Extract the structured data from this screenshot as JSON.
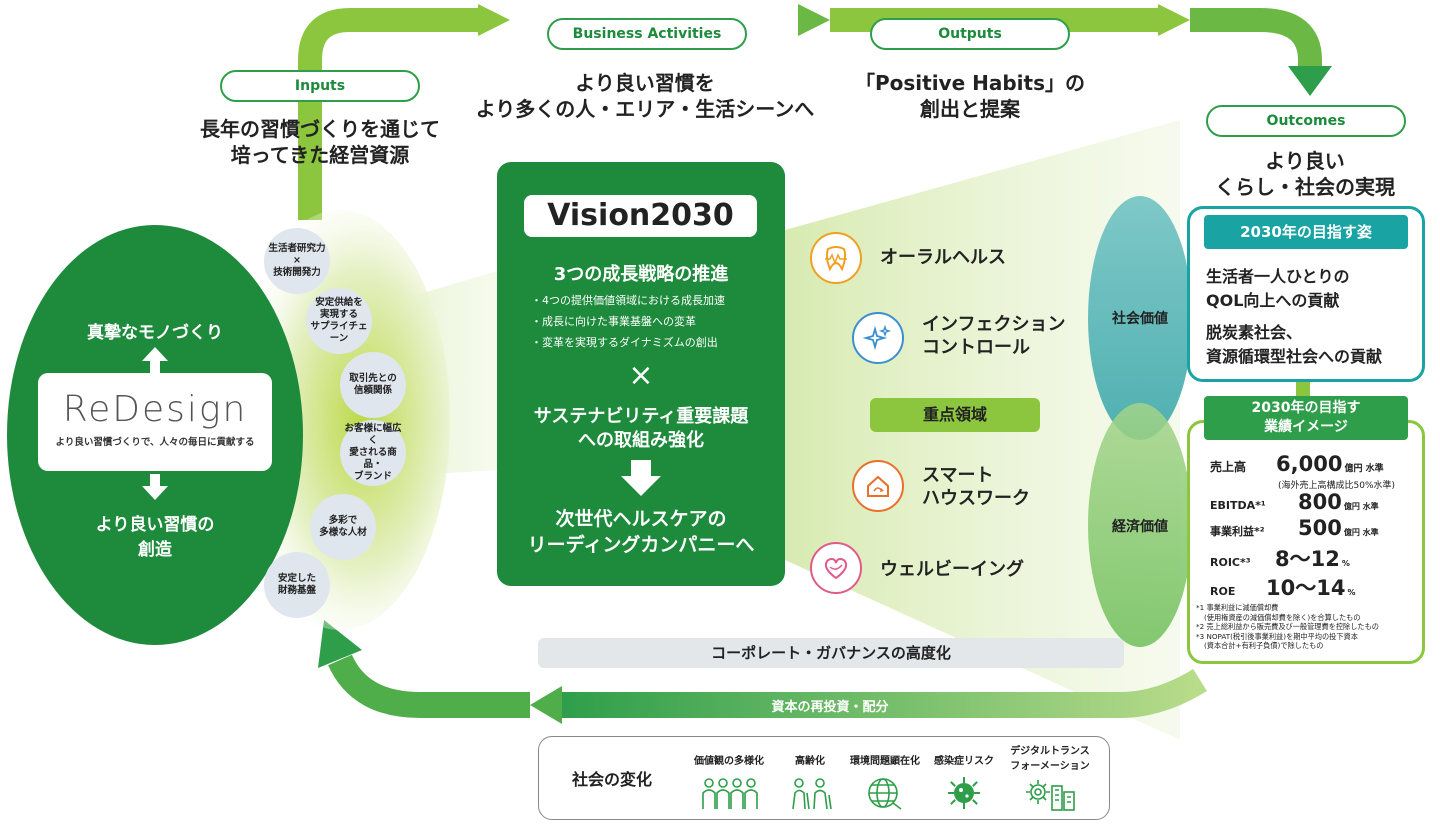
{
  "flow": {
    "inputs_label": "Inputs",
    "inputs_text_1": "長年の習慣づくりを通じて",
    "inputs_text_2": "培ってきた経営資源",
    "activities_label": "Business Activities",
    "activities_text_1": "より良い習慣を",
    "activities_text_2": "より多くの人・エリア・生活シーンへ",
    "outputs_label": "Outputs",
    "outputs_text_1": "「Positive Habits」の",
    "outputs_text_2": "創出と提案",
    "outcomes_label": "Outcomes",
    "outcomes_text_1": "より良い",
    "outcomes_text_2": "くらし・社会の実現"
  },
  "redesign": {
    "top_text": "真摯なモノづくり",
    "logo": "ReDesign",
    "tagline": "より良い習慣づくりで、人々の毎日に貢献する",
    "bottom_text_1": "より良い習慣の",
    "bottom_text_2": "創造"
  },
  "resources": [
    {
      "l1": "生活者研究力",
      "l2": "×",
      "l3": "技術開発力"
    },
    {
      "l1": "安定供給を",
      "l2": "実現する",
      "l3": "サプライチェーン"
    },
    {
      "l1": "取引先との",
      "l2": "信頼関係",
      "l3": ""
    },
    {
      "l1": "お客様に幅広く",
      "l2": "愛される商品・",
      "l3": "ブランド"
    },
    {
      "l1": "多彩で",
      "l2": "多様な人材",
      "l3": ""
    },
    {
      "l1": "安定した",
      "l2": "財務基盤",
      "l3": ""
    }
  ],
  "vision": {
    "title": "Vision2030",
    "strategy_title": "3つの成長戦略の推進",
    "strategies": [
      "・4つの提供価値領域における成長加速",
      "・成長に向けた事業基盤への変革",
      "・変革を実現するダイナミズムの創出"
    ],
    "cross": "×",
    "sustain_1": "サステナビリティ重要課題",
    "sustain_2": "への取組み強化",
    "goal_1": "次世代ヘルスケアの",
    "goal_2": "リーディングカンパニーへ"
  },
  "focus": {
    "center_label": "重点領域",
    "items": [
      {
        "l1": "オーラルヘルス",
        "l2": "",
        "icon": "tooth-icon",
        "color": "#f0a020"
      },
      {
        "l1": "インフェクション",
        "l2": "コントロール",
        "icon": "sparkle-icon",
        "color": "#3a8fd0"
      },
      {
        "l1": "スマート",
        "l2": "ハウスワーク",
        "icon": "house-icon",
        "color": "#e8702a"
      },
      {
        "l1": "ウェルビーイング",
        "l2": "",
        "icon": "heart-icon",
        "color": "#e05a8a"
      }
    ]
  },
  "outcomes": {
    "social_label": "社会価値",
    "economic_label": "経済価値",
    "goal_header": "2030年の目指す姿",
    "goal_1a": "生活者一人ひとりの",
    "goal_1b": "QOL向上への貢献",
    "goal_2a": "脱炭素社会、",
    "goal_2b": "資源循環型社会への貢献",
    "perf_header_1": "2030年の目指す",
    "perf_header_2": "業績イメージ",
    "metrics": {
      "sales_label": "売上高",
      "sales_value": "6,000",
      "sales_unit": "億円 水準",
      "sales_note": "(海外売上高構成比50%水準)",
      "ebitda_label": "EBITDA*¹",
      "ebitda_value": "800",
      "ebitda_unit": "億円 水準",
      "op_label": "事業利益*²",
      "op_value": "500",
      "op_unit": "億円 水準",
      "roic_label": "ROIC*³",
      "roic_value": "8〜12",
      "roic_unit": "%",
      "roe_label": "ROE",
      "roe_value": "10〜14",
      "roe_unit": "%"
    },
    "notes": [
      "*1 事業利益に減価償却費",
      "(使用権資産の減価償却費を除く)を合算したもの",
      "*2 売上総利益から販売費及び一般管理費を控除したもの",
      "*3 NOPAT(税引後事業利益)を期中平均の投下資本",
      "(資本合計+有利子負債)で除したもの"
    ]
  },
  "governance": "コーポレート・ガバナンスの高度化",
  "reinvest": "資本の再投資・配分",
  "society": {
    "title": "社会の変化",
    "items": [
      {
        "l1": "価値観の多様化",
        "l2": "",
        "icon": "people-icon"
      },
      {
        "l1": "高齢化",
        "l2": "",
        "icon": "elderly-icon"
      },
      {
        "l1": "環境問題顕在化",
        "l2": "",
        "icon": "globe-icon"
      },
      {
        "l1": "感染症リスク",
        "l2": "",
        "icon": "virus-icon"
      },
      {
        "l1": "デジタルトランス",
        "l2": "フォーメーション",
        "icon": "digital-icon"
      }
    ]
  },
  "colors": {
    "green_dark": "#1d8a3c",
    "green_mid": "#2e9e4a",
    "green_light": "#8cc63f",
    "teal": "#1aa3a3",
    "gray_bar": "#e3e7ea"
  }
}
